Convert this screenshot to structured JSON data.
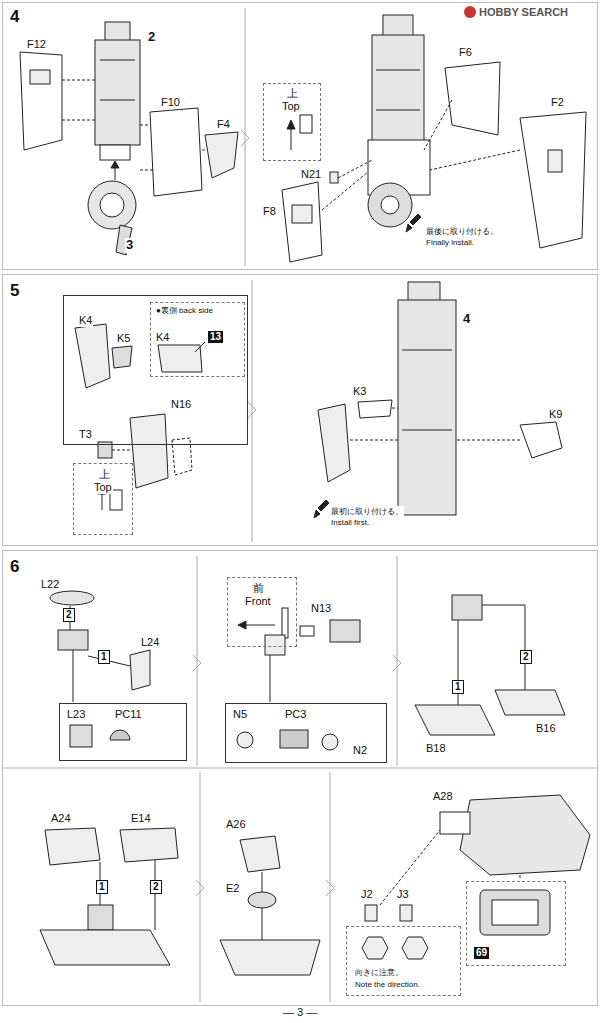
{
  "diagram": {
    "nodes": [
      {
        "text": [
          "4"
        ]
      },
      {
        "text": [
          "上",
          "Top"
        ],
        "in": 0
      },
      {
        "text": [
          "5"
        ]
      },
      {
        "text": [
          "K4",
          "K5"
        ],
        "in": 2
      },
      {
        "text": [
          "●裏側 back side",
          "K4",
          "13"
        ],
        "in": 3
      },
      {
        "text": [
          "上",
          "Top"
        ],
        "in": 2
      },
      {
        "text": [
          "6"
        ]
      },
      {
        "text": [
          "L23",
          "PC11"
        ],
        "in": 6
      },
      {
        "text": [
          "前",
          "Front"
        ],
        "in": 6
      },
      {
        "text": [
          "N5",
          "PC3",
          "N2"
        ],
        "in": 6
      },
      {
        "text": [
          "向きに注意。",
          "Note the direction."
        ],
        "in": 6
      },
      {
        "text": [
          "69"
        ],
        "in": 6
      }
    ],
    "labels": [
      "HOBBY SEARCH",
      "F12",
      "2",
      "F10",
      "F4",
      "3",
      "N21",
      "F6",
      "F8",
      "F2",
      "最後に取り付ける。",
      "Finally install.",
      "T3",
      "N16",
      "K3",
      "4",
      "K9",
      "最初に取り付ける。",
      "Install first.",
      "L22",
      "2",
      "1",
      "L24",
      "N13",
      "1",
      "2",
      "B18",
      "B16",
      "A24",
      "E14",
      "1",
      "2",
      "A26",
      "E2",
      "A28",
      "J2",
      "J3",
      "— 3 —"
    ]
  }
}
